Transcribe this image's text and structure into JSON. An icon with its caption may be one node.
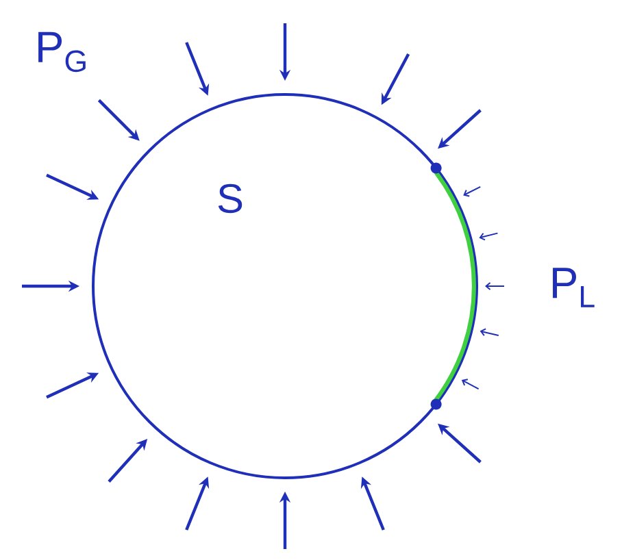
{
  "diagram": {
    "nodes": [
      {
        "text": [
          "S"
        ]
      }
    ],
    "labels": [
      "P$_{G}$",
      "P$_{L}$"
    ]
  }
}
